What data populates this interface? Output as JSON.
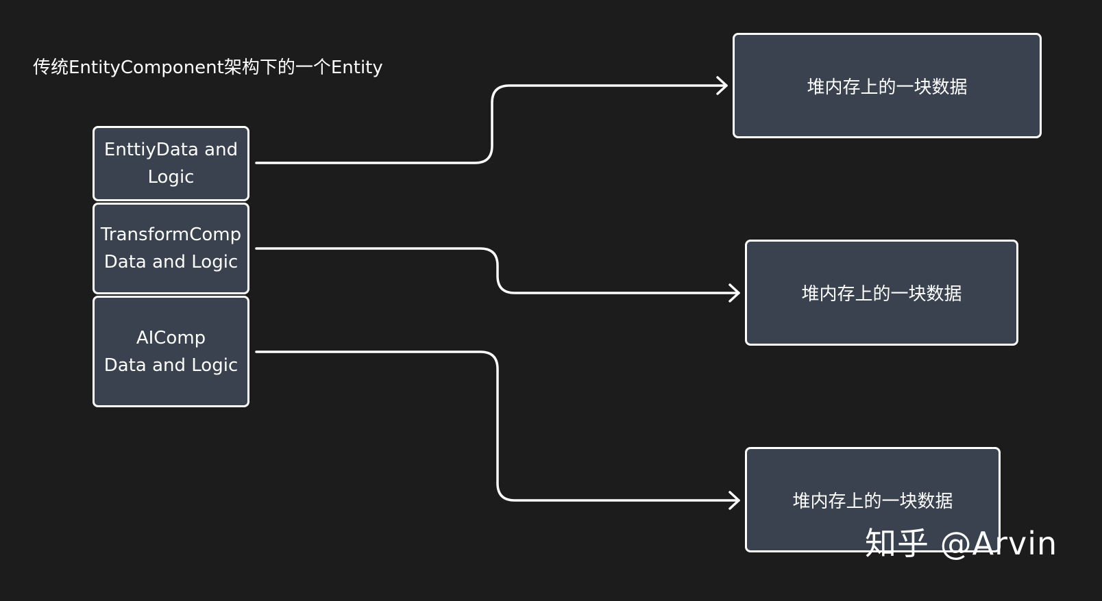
{
  "diagram": {
    "title": "传统EntityComponent架构下的一个Entity",
    "entity_parts": [
      {
        "label": "EnttiyData and\nLogic"
      },
      {
        "label": "TransformComp\nData and Logic"
      },
      {
        "label": "AIComp\nData and Logic"
      }
    ],
    "heap_blocks": [
      {
        "label": "堆内存上的一块数据"
      },
      {
        "label": "堆内存上的一块数据"
      },
      {
        "label": "堆内存上的一块数据"
      }
    ]
  },
  "watermark": "知乎 @Arvin",
  "colors": {
    "background": "#1c1c1c",
    "box_fill": "#3a4250",
    "stroke": "#ffffff"
  }
}
